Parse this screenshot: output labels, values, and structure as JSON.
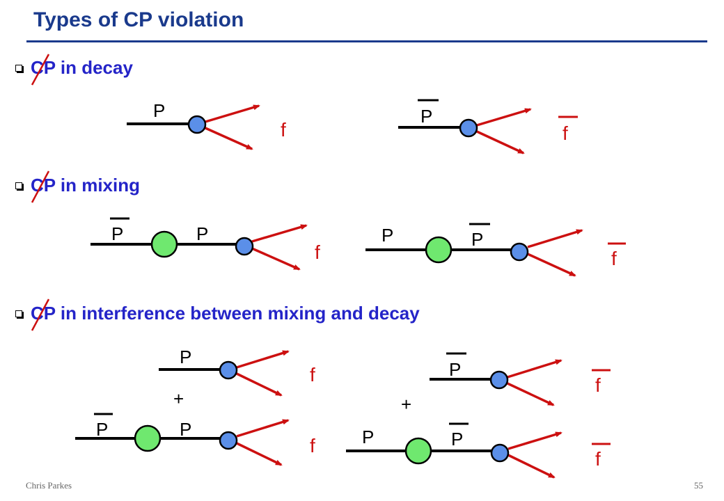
{
  "title": "Types of CP violation",
  "bullets": [
    {
      "label": "CP in decay"
    },
    {
      "label": "CP in mixing"
    },
    {
      "label": "CP in interference between mixing and decay"
    }
  ],
  "symbols": {
    "P": "P",
    "f": "f",
    "plus": "+"
  },
  "footer": {
    "author": "Chris Parkes",
    "page": "55"
  },
  "colors": {
    "title": "#1a3a8c",
    "bullet_text": "#2424c8",
    "strike": "#cc1010",
    "decay_vertex": "#5b8fe8",
    "mixing_blob": "#6fe86f",
    "arrow": "#cc1010"
  }
}
